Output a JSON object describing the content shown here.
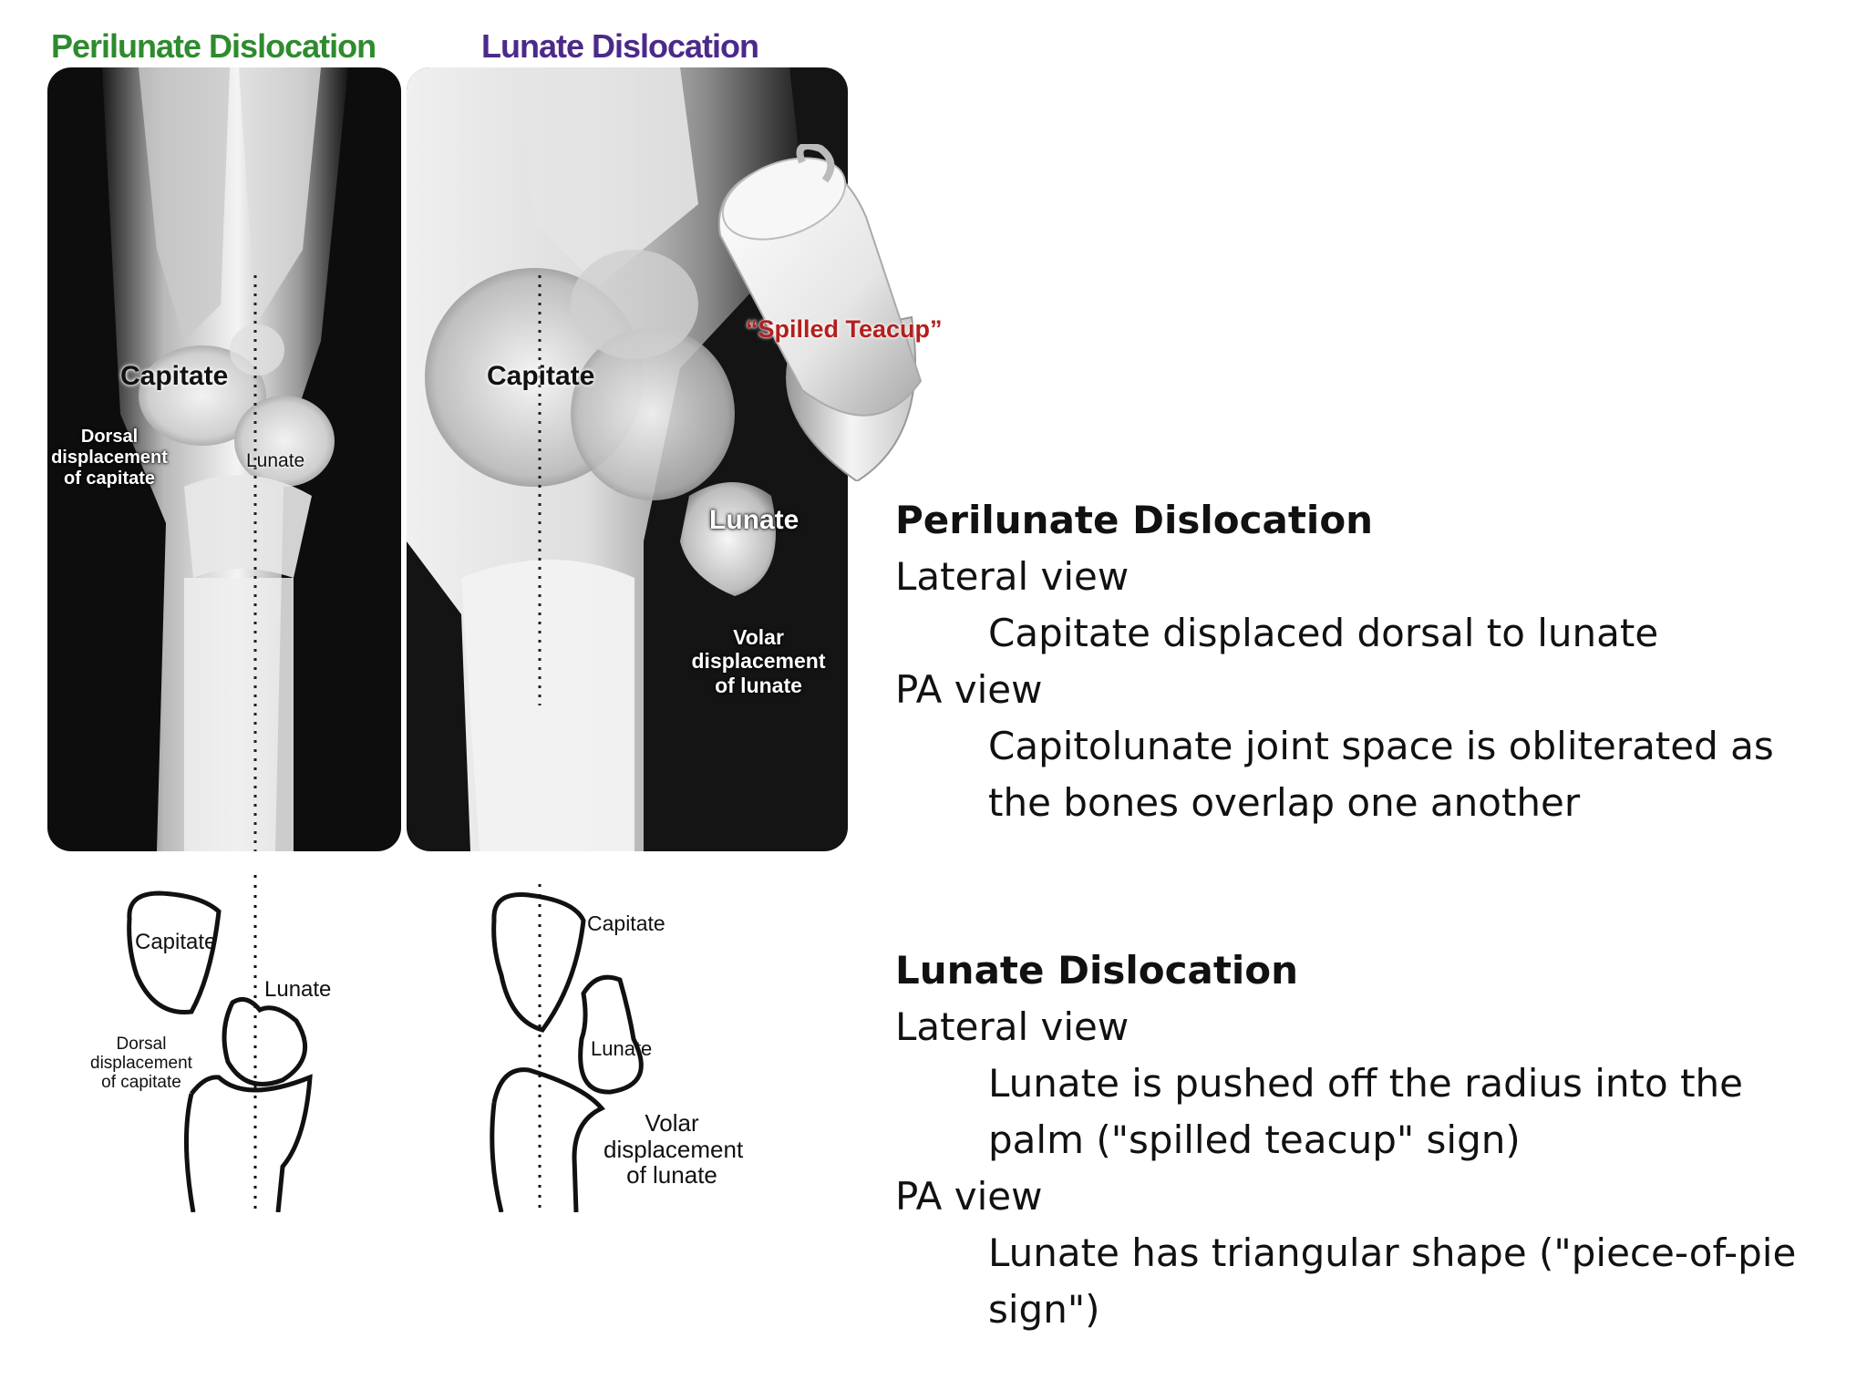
{
  "panels": {
    "left_title": "Perilunate Dislocation",
    "right_title": "Lunate Dislocation",
    "left_title_color": "#2e8b2e",
    "right_title_color": "#4b2a8a"
  },
  "xray_labels": {
    "left_capitate": "Capitate",
    "left_lunate": "Lunate",
    "left_dorsal": "Dorsal\ndisplacement\nof capitate",
    "right_capitate": "Capitate",
    "right_lunate": "Lunate",
    "right_volar": "Volar\ndisplacement\nof lunate",
    "teacup": "“Spilled Teacup”",
    "teacup_color": "#b41e1e"
  },
  "diagram_labels": {
    "left_capitate": "Capitate",
    "left_lunate": "Lunate",
    "left_dorsal": "Dorsal\ndisplacement\nof capitate",
    "right_capitate": "Capitate",
    "right_lunate": "Lunate",
    "right_volar": "Volar\ndisplacement\nof lunate"
  },
  "text": {
    "perilunate": {
      "heading": "Perilunate Dislocation",
      "lateral_label": "Lateral view",
      "lateral_desc": "Capitate displaced dorsal to lunate",
      "pa_label": "PA view",
      "pa_desc_line1": "Capitolunate joint space is obliterated as",
      "pa_desc_line2": "the bones overlap one another"
    },
    "lunate": {
      "heading": "Lunate Dislocation",
      "lateral_label": "Lateral view",
      "lateral_desc_line1": "Lunate is pushed off the radius into the",
      "lateral_desc_line2": "palm (\"spilled teacup\" sign)",
      "pa_label": "PA view",
      "pa_desc_line1": "Lunate has triangular shape (\"piece-of-pie",
      "pa_desc_line2": "sign\")"
    }
  }
}
